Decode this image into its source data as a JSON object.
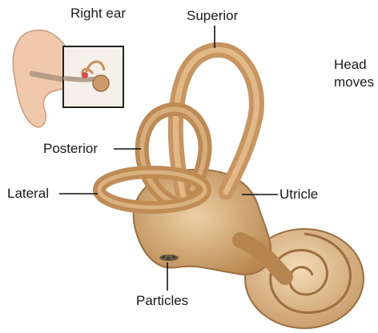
{
  "inset": {
    "title": "Right ear"
  },
  "labels": {
    "superior": "Superior",
    "posterior": "Posterior",
    "lateral": "Lateral",
    "utricle": "Utricle",
    "particles": "Particles"
  },
  "caption": {
    "line1": "Head",
    "line2": "moves"
  }
}
